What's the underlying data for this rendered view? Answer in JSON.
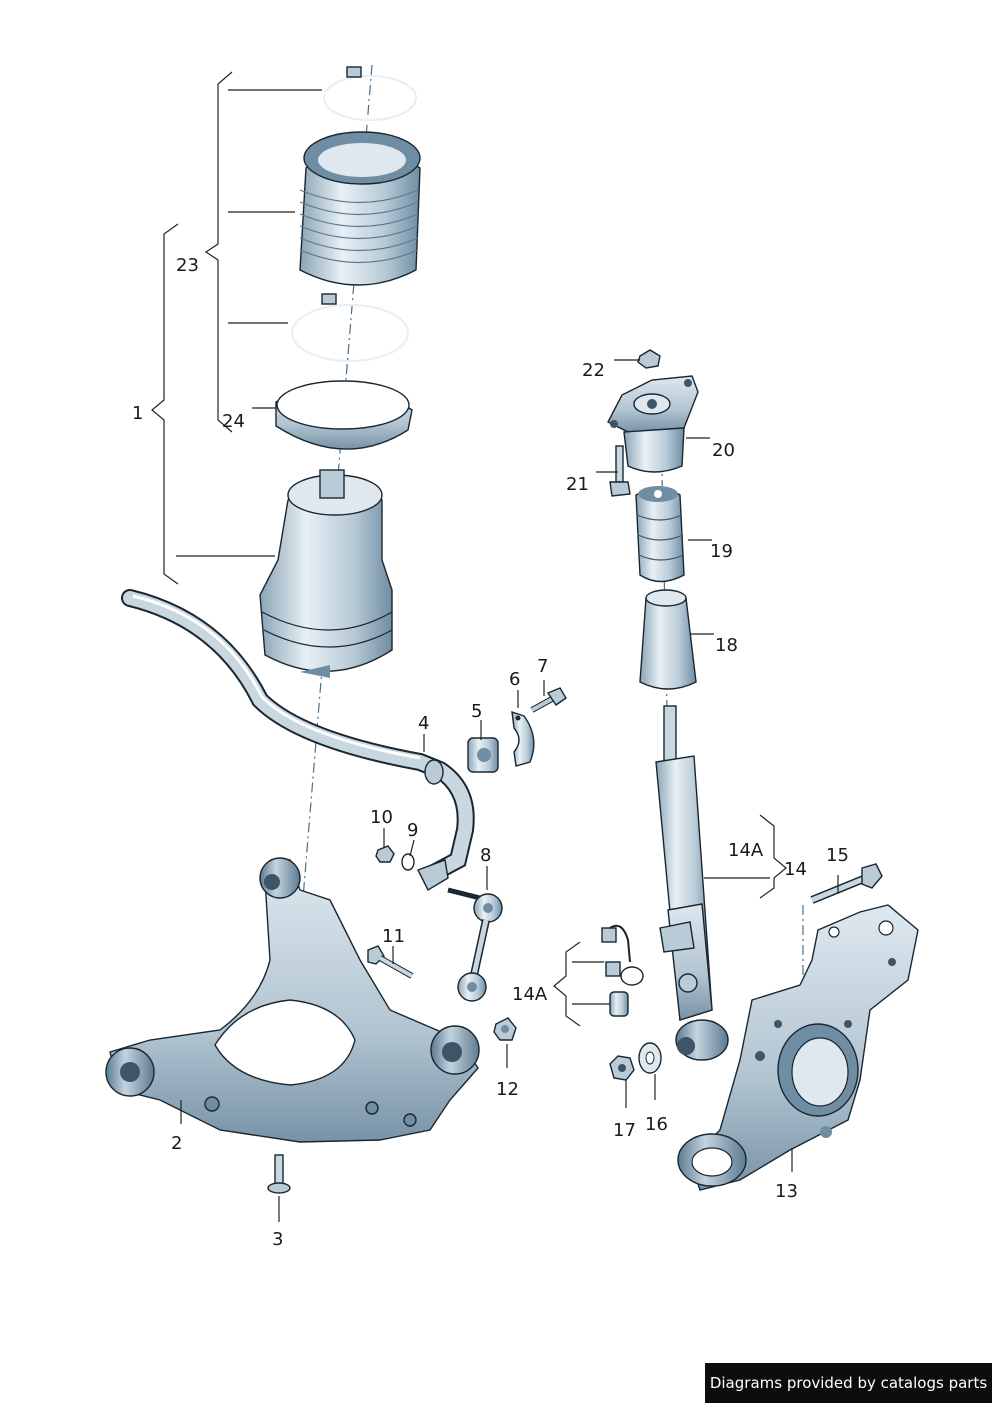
{
  "callouts": {
    "c1": "1",
    "c2": "2",
    "c3": "3",
    "c4": "4",
    "c5": "5",
    "c6": "6",
    "c7": "7",
    "c8": "8",
    "c9": "9",
    "c10": "10",
    "c11": "11",
    "c12": "12",
    "c13": "13",
    "c14": "14",
    "c14a_upper": "14A",
    "c14a_lower": "14A",
    "c15": "15",
    "c16": "16",
    "c17": "17",
    "c18": "18",
    "c19": "19",
    "c20": "20",
    "c21": "21",
    "c22": "22",
    "c23": "23",
    "c24": "24"
  },
  "footer": {
    "credit": "Diagrams provided by catalogs parts"
  },
  "colors": {
    "part_light": "#e8f0f5",
    "part_mid": "#b9cbd7",
    "part_dark": "#6f8da3",
    "outline": "#1a2630",
    "footer_bg": "#0d0d0d"
  }
}
